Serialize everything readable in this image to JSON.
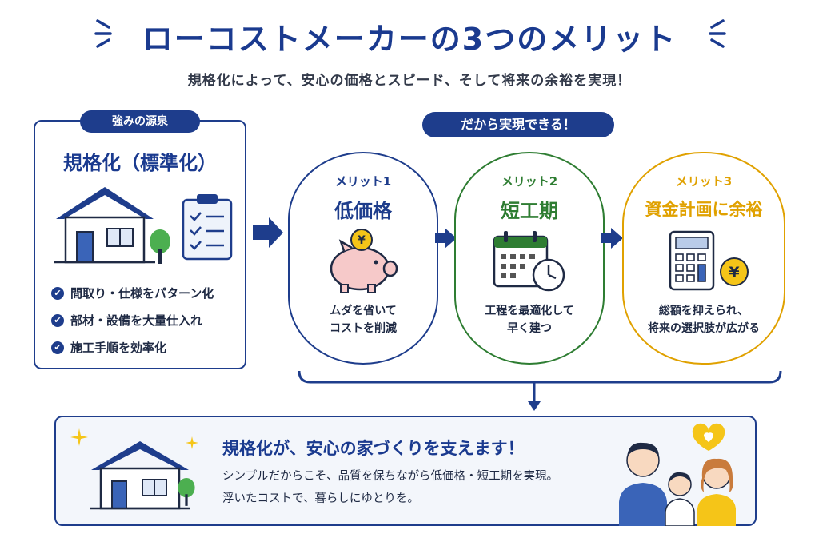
{
  "header": {
    "title": "ローコストメーカーの3つのメリット",
    "subtitle": "規格化によって、安心の価格とスピード、そして将来の余裕を実現！"
  },
  "source": {
    "badge": "強みの源泉",
    "title": "規格化（標準化）",
    "items": [
      "間取り・仕様をパターン化",
      "部材・設備を大量仕入れ",
      "施工手順を効率化"
    ]
  },
  "benefits_badge": "だから実現できる！",
  "benefits": [
    {
      "label": "メリット1",
      "title": "低価格",
      "desc_line1": "ムダを省いて",
      "desc_line2": "コストを削減",
      "icon": "piggy-bank-yen-icon",
      "color": "#1e3d8c"
    },
    {
      "label": "メリット2",
      "title": "短工期",
      "desc_line1": "工程を最適化して",
      "desc_line2": "早く建つ",
      "icon": "calendar-clock-icon",
      "color": "#2e7d32"
    },
    {
      "label": "メリット3",
      "title": "資金計画に余裕",
      "desc_line1": "総額を抑えられ、",
      "desc_line2": "将来の選択肢が広がる",
      "icon": "calculator-yen-icon",
      "color": "#e0a100"
    }
  ],
  "conclusion": {
    "heading": "規格化が、安心の家づくりを支えます！",
    "line1": "シンプルだからこそ、品質を保ちながら低価格・短工期を実現。",
    "line2": "浮いたコストで、暮らしにゆとりを。"
  },
  "colors": {
    "navy": "#1e3d8c",
    "green": "#2e7d32",
    "gold": "#e0a100",
    "coin": "#f5c518"
  }
}
